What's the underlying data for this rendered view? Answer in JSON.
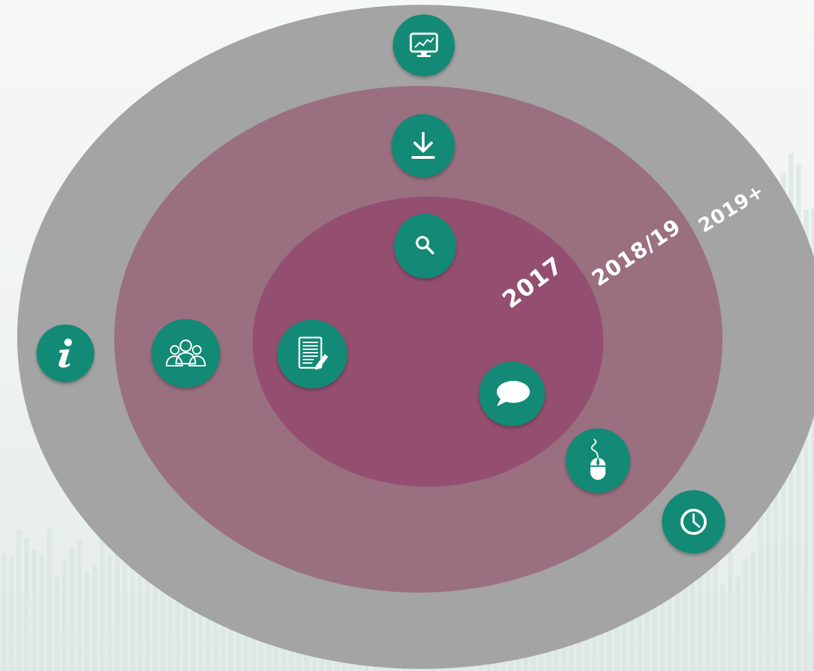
{
  "rings": [
    {
      "label": "2017",
      "color": "#944f70"
    },
    {
      "label": "2018/19",
      "color": "#9a7080"
    },
    {
      "label": "2019+",
      "color": "#a4a4a4"
    }
  ],
  "accent_color": "#138a76",
  "nodes": [
    {
      "icon": "monitor-chart-icon"
    },
    {
      "icon": "download-icon"
    },
    {
      "icon": "search-icon"
    },
    {
      "icon": "info-icon"
    },
    {
      "icon": "people-group-icon"
    },
    {
      "icon": "document-edit-icon"
    },
    {
      "icon": "chat-bubble-icon"
    },
    {
      "icon": "mouse-icon"
    },
    {
      "icon": "clock-icon"
    }
  ]
}
